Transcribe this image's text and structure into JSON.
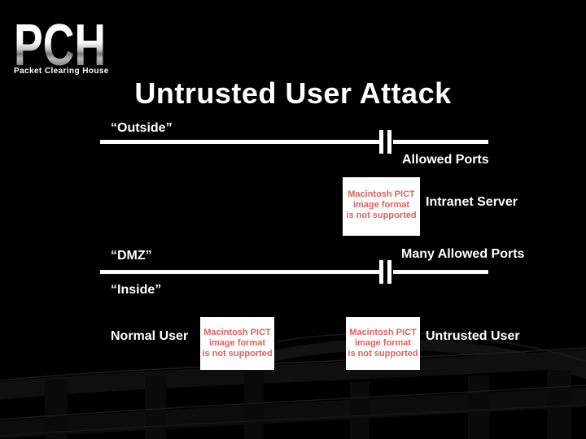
{
  "slide": {
    "title": "Untrusted User Attack",
    "background_color": "#000000",
    "text_color": "#ffffff"
  },
  "logo": {
    "acronym": "PCH",
    "full_name": "Packet Clearing House"
  },
  "diagram": {
    "line_color": "#ffffff",
    "icons": {
      "firewall_gap": "double-bar capacitor-style break in boundary line"
    },
    "zones": {
      "outside": "“Outside”",
      "dmz": "“DMZ”",
      "inside": "“Inside”"
    },
    "firewall_top_label": "Allowed Ports",
    "firewall_bottom_label": "Many Allowed Ports",
    "nodes": {
      "intranet_server": "Intranet Server",
      "normal_user": "Normal User",
      "untrusted_user": "Untrusted User"
    }
  },
  "pict_placeholder": {
    "lines": [
      "Macintosh PICT",
      "image format",
      "is not supported"
    ],
    "text_color": "#e06060",
    "background_color": "#ffffff"
  }
}
